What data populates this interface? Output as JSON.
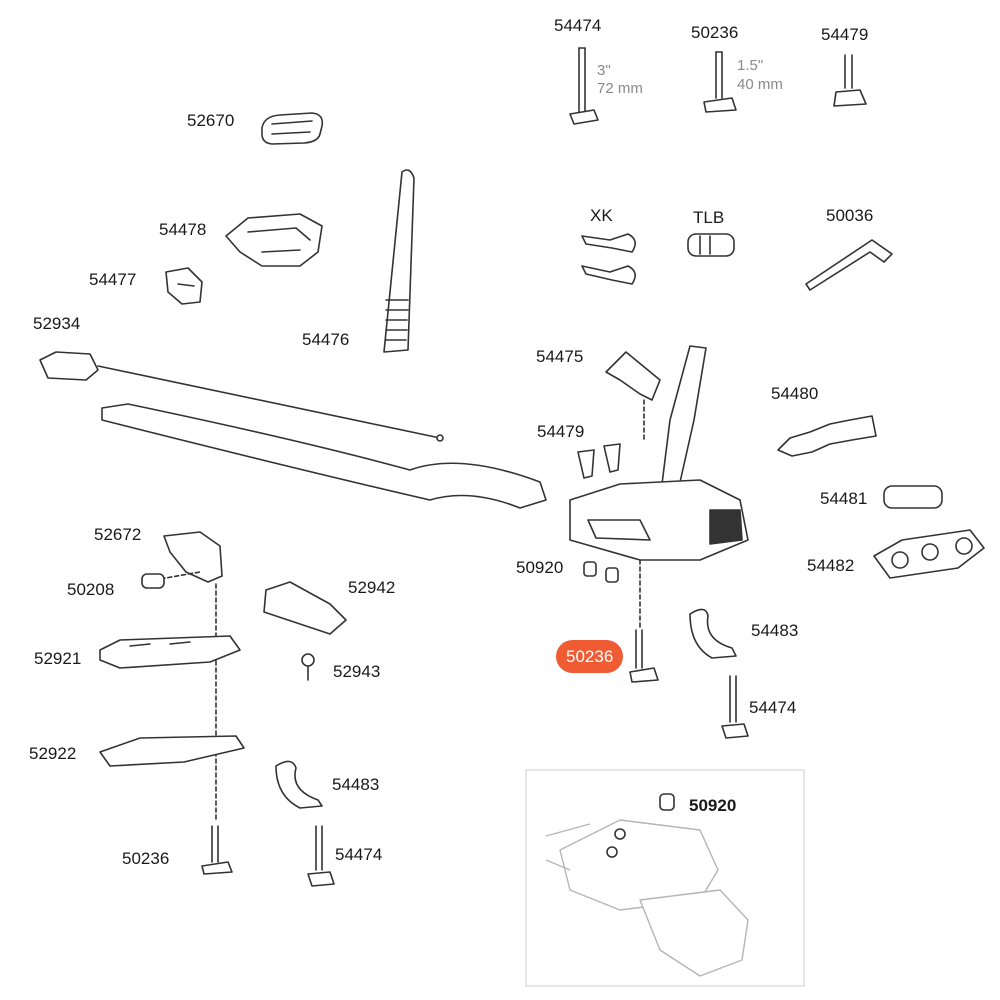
{
  "diagram": {
    "labels": {
      "p54474_top": "54474",
      "p50236_top": "50236",
      "p54479_top": "54479",
      "p52670": "52670",
      "p54478": "54478",
      "p54477": "54477",
      "p52934": "52934",
      "p54476": "54476",
      "pXK": "XK",
      "pTLB": "TLB",
      "p50036": "50036",
      "p54475": "54475",
      "p54480": "54480",
      "p54479_mid": "54479",
      "p54481": "54481",
      "p54482": "54482",
      "p50920_mid": "50920",
      "p52672": "52672",
      "p50208": "50208",
      "p52942": "52942",
      "p52921": "52921",
      "p52943": "52943",
      "p52922": "52922",
      "p54483_left": "54483",
      "p54474_left": "54474",
      "p50236_left": "50236",
      "p54483_right": "54483",
      "p54474_right": "54474",
      "p50236_highlight": "50236",
      "p50920_inset": "50920"
    },
    "dimensions": {
      "d54474_line1": "3\"",
      "d54474_line2": "72 mm",
      "d50236_line1": "1.5\"",
      "d50236_line2": "40 mm"
    },
    "colors": {
      "highlight": "#ef5b33",
      "line": "#333333",
      "inset_border": "#cccccc"
    }
  }
}
